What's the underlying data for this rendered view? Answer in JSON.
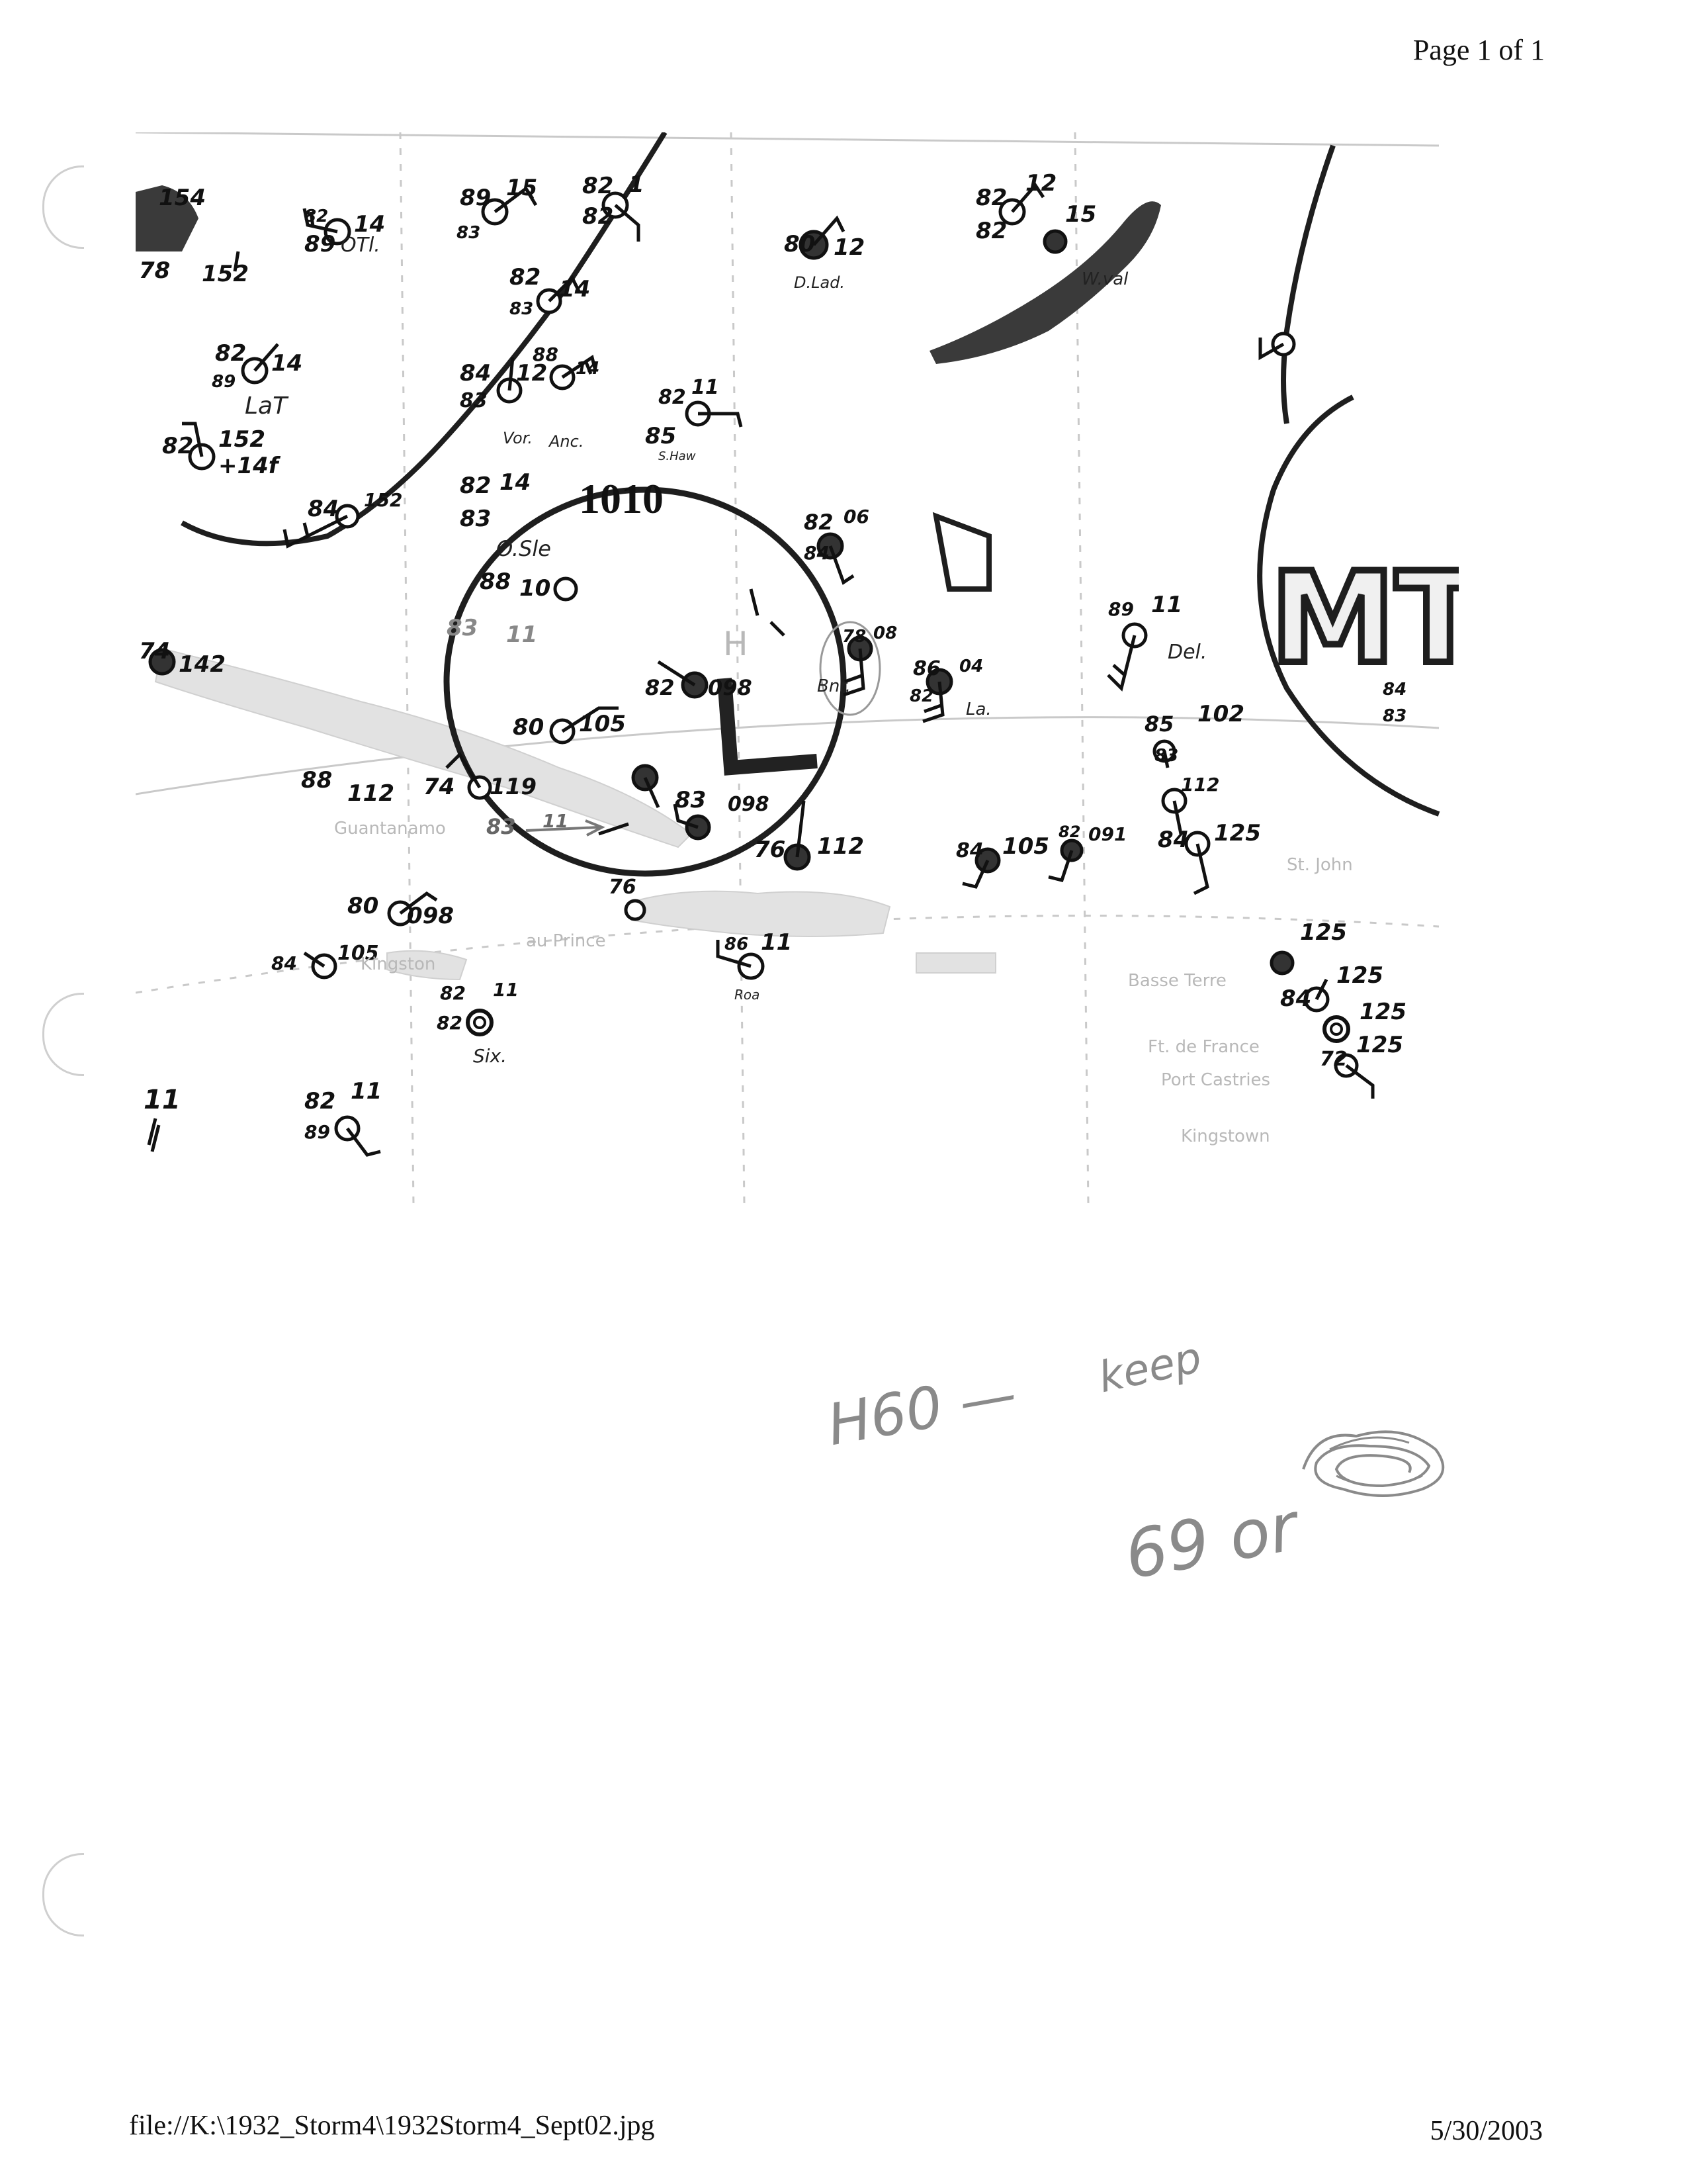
{
  "header": {
    "page_label": "Page 1 of 1"
  },
  "footer": {
    "file_path": "file://K:\\1932_Storm4\\1932Storm4_Sept02.jpg",
    "date": "5/30/2003"
  },
  "map": {
    "isobar_label": "1010",
    "low_symbol": "L",
    "high_symbol": "H",
    "mt_label": "MT",
    "place_labels": [
      {
        "id": "dlad",
        "text": "D.Lad."
      },
      {
        "id": "anc",
        "text": "Anc."
      },
      {
        "id": "vor",
        "text": "Vor."
      },
      {
        "id": "shaw",
        "text": "S.Haw"
      },
      {
        "id": "otl",
        "text": "OTl."
      },
      {
        "id": "lat",
        "text": "LaT"
      },
      {
        "id": "osle",
        "text": "O.Sle"
      },
      {
        "id": "bnr",
        "text": "Bnr."
      },
      {
        "id": "la",
        "text": "La."
      },
      {
        "id": "del",
        "text": "Del."
      },
      {
        "id": "roa",
        "text": "Roa"
      },
      {
        "id": "six",
        "text": "Six."
      },
      {
        "id": "wval",
        "text": "W.val"
      }
    ],
    "background_places": [
      {
        "id": "guantanamo",
        "text": "Guantanamo"
      },
      {
        "id": "kingston",
        "text": "Kingston"
      },
      {
        "id": "st-john",
        "text": "St. John"
      },
      {
        "id": "basse-terre",
        "text": "Basse Terre"
      },
      {
        "id": "fort-de-france",
        "text": "Ft. de France"
      },
      {
        "id": "port-castries",
        "text": "Port Castries"
      },
      {
        "id": "kingstown",
        "text": "Kingstown"
      },
      {
        "id": "au-prince",
        "text": "au Prince"
      }
    ],
    "stations": [
      {
        "id": "s1",
        "t": "89",
        "d": "83",
        "p": "15"
      },
      {
        "id": "s2",
        "t": "82",
        "d": "82",
        "p": "1"
      },
      {
        "id": "s3",
        "t": "82",
        "d": "89",
        "p": "14"
      },
      {
        "id": "s4",
        "t": "78",
        "d": "",
        "p": "152"
      },
      {
        "id": "s5",
        "t": "",
        "d": "",
        "p": "154"
      },
      {
        "id": "s6",
        "t": "80",
        "d": "",
        "p": "12"
      },
      {
        "id": "s7",
        "t": "82",
        "d": "82",
        "p": "12"
      },
      {
        "id": "s8",
        "t": "",
        "d": "",
        "p": "15"
      },
      {
        "id": "s9",
        "t": "82",
        "d": "83",
        "p": "14"
      },
      {
        "id": "s10",
        "t": "82",
        "d": "89",
        "p": "14"
      },
      {
        "id": "s11",
        "t": "88",
        "d": "",
        "p": "14"
      },
      {
        "id": "s12",
        "t": "84",
        "d": "83",
        "p": "12"
      },
      {
        "id": "s13",
        "t": "82",
        "d": "85",
        "p": "11"
      },
      {
        "id": "s14",
        "t": "82",
        "d": "",
        "p": "152"
      },
      {
        "id": "s15",
        "t": "84",
        "d": "",
        "p": "152"
      },
      {
        "id": "s16",
        "t": "82",
        "d": "83",
        "p": "14"
      },
      {
        "id": "s17",
        "t": "88",
        "d": "",
        "p": "10"
      },
      {
        "id": "s18",
        "t": "83",
        "d": "",
        "p": "11"
      },
      {
        "id": "s19",
        "t": "74",
        "d": "",
        "p": "142"
      },
      {
        "id": "s20",
        "t": "82",
        "d": "84",
        "p": "06"
      },
      {
        "id": "s21",
        "t": "78",
        "d": "",
        "p": "08"
      },
      {
        "id": "s22",
        "t": "86",
        "d": "82",
        "p": "04"
      },
      {
        "id": "s23",
        "t": "82",
        "d": "",
        "p": "098"
      },
      {
        "id": "s24",
        "t": "80",
        "d": "",
        "p": "105"
      },
      {
        "id": "s25",
        "t": "89",
        "d": "",
        "p": "11"
      },
      {
        "id": "s26",
        "t": "85",
        "d": "83",
        "p": "102"
      },
      {
        "id": "s27",
        "t": "88",
        "d": "",
        "p": "112"
      },
      {
        "id": "s28",
        "t": "74",
        "d": "",
        "p": "119"
      },
      {
        "id": "s29",
        "t": "83",
        "d": "",
        "p": "098"
      },
      {
        "id": "s30",
        "t": "83",
        "d": "",
        "p": "11"
      },
      {
        "id": "s31",
        "t": "76",
        "d": "",
        "p": "112"
      },
      {
        "id": "s32",
        "t": "76",
        "d": "",
        "p": ""
      },
      {
        "id": "s33",
        "t": "80",
        "d": "",
        "p": "098"
      },
      {
        "id": "s34",
        "t": "84",
        "d": "",
        "p": "105"
      },
      {
        "id": "s35",
        "t": "84",
        "d": "",
        "p": "105"
      },
      {
        "id": "s36",
        "t": "82",
        "d": "",
        "p": "091"
      },
      {
        "id": "s37",
        "t": "",
        "d": "",
        "p": "112"
      },
      {
        "id": "s38",
        "t": "84",
        "d": "",
        "p": "125"
      },
      {
        "id": "s39",
        "t": "86",
        "d": "",
        "p": "11"
      },
      {
        "id": "s40",
        "t": "82",
        "d": "82",
        "p": "11"
      },
      {
        "id": "s41",
        "t": "82",
        "d": "89",
        "p": "11"
      },
      {
        "id": "s42",
        "t": "",
        "d": "",
        "p": "125"
      },
      {
        "id": "s43",
        "t": "84",
        "d": "",
        "p": "125"
      },
      {
        "id": "s44",
        "t": "",
        "d": "",
        "p": "125"
      },
      {
        "id": "s45",
        "t": "72",
        "d": "",
        "p": "125"
      },
      {
        "id": "s46",
        "t": "84",
        "d": "83",
        "p": ""
      },
      {
        "id": "s47",
        "t": "",
        "d": "",
        "p": "+14f"
      },
      {
        "id": "s48",
        "t": "",
        "d": "",
        "p": "11"
      }
    ]
  },
  "handwritten": {
    "note_1": "H60 —",
    "note_1b": "keep",
    "note_2": "69 or"
  }
}
